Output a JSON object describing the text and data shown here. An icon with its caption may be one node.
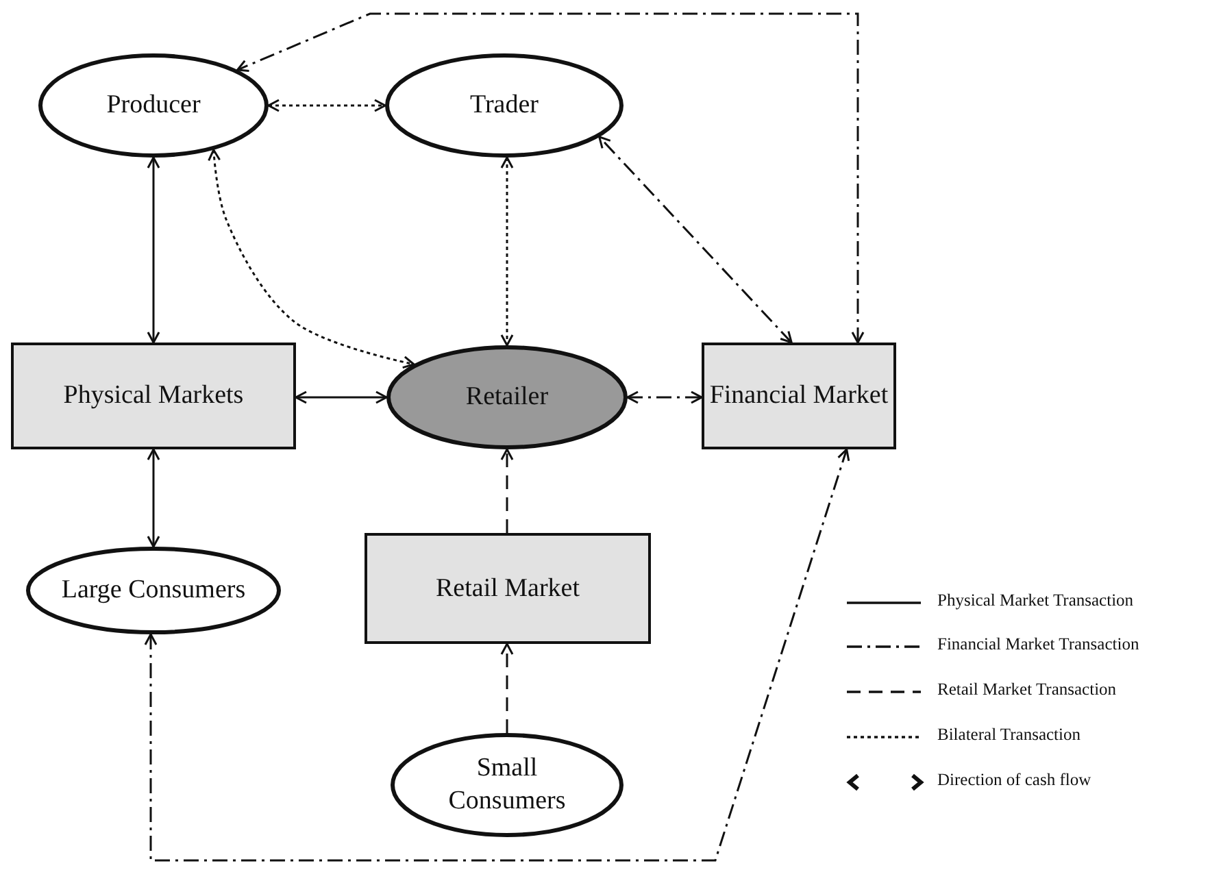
{
  "diagram": {
    "nodes": [
      {
        "text": [
          "Producer"
        ]
      },
      {
        "text": [
          "Trader"
        ]
      },
      {
        "text": [
          "Physical Markets"
        ]
      },
      {
        "text": [
          "Retailer"
        ]
      },
      {
        "text": [
          "Financial Market"
        ]
      },
      {
        "text": [
          "Large Consumers"
        ]
      },
      {
        "text": [
          "Retail Market"
        ]
      },
      {
        "text": [
          "Small Consumers"
        ]
      }
    ],
    "edges": [
      {
        "from": 0,
        "to": 1,
        "arrow": "both",
        "style": "dashed"
      },
      {
        "from": 0,
        "to": 2,
        "arrow": "both"
      },
      {
        "from": 0,
        "to": 3,
        "arrow": "both",
        "style": "dashed"
      },
      {
        "from": 1,
        "to": 3,
        "arrow": "both",
        "style": "dashed"
      },
      {
        "from": 4,
        "to": 1,
        "arrow": "both",
        "style": "dashed"
      },
      {
        "from": 4,
        "to": 0,
        "arrow": "both",
        "style": "dashed"
      },
      {
        "from": 2,
        "to": 3,
        "arrow": "both"
      },
      {
        "from": 3,
        "to": 4,
        "arrow": "both",
        "style": "dashed"
      },
      {
        "from": 2,
        "to": 5,
        "arrow": "both"
      },
      {
        "from": 6,
        "to": 3,
        "arrow": "to",
        "style": "dashed"
      },
      {
        "from": 7,
        "to": 6,
        "arrow": "to",
        "style": "dashed"
      },
      {
        "from": 5,
        "to": 4,
        "arrow": "both",
        "style": "dashed"
      }
    ],
    "legend": [
      {
        "text": "Physical Market Transaction"
      },
      {
        "text": "Financial Market Transaction"
      },
      {
        "text": "Retail Market Transaction"
      },
      {
        "text": "Bilateral Transaction"
      },
      {
        "text": "Direction of cash flow"
      }
    ]
  }
}
